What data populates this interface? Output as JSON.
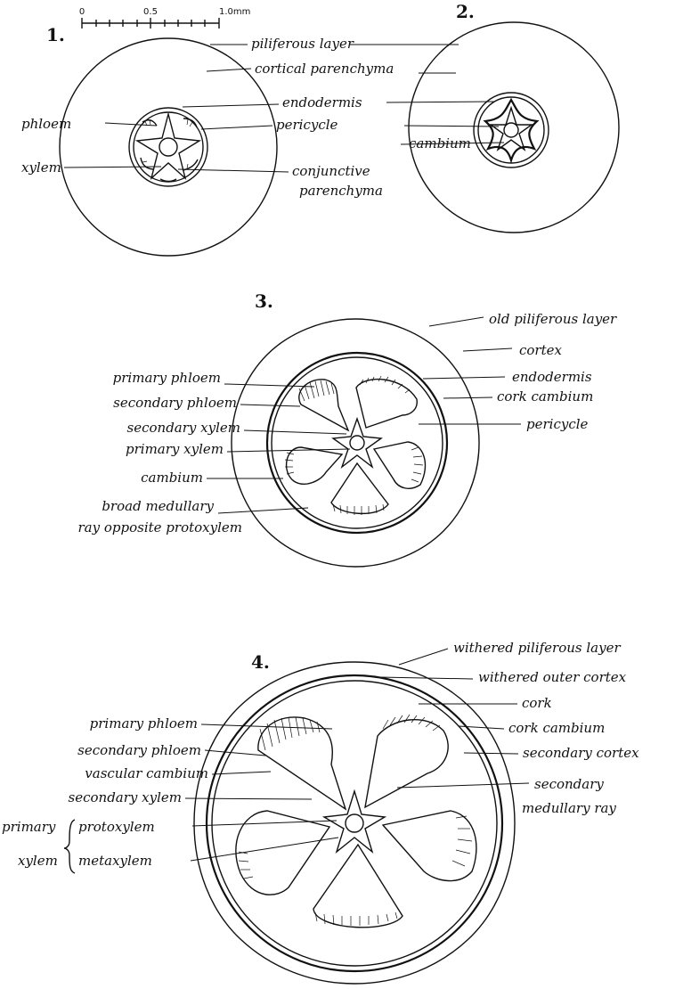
{
  "scale_bar": {
    "ticks": [
      "0",
      "0.5",
      "1.0mm"
    ]
  },
  "figures": [
    {
      "number": "1.",
      "labels": {
        "piliferous_layer": "piliferous layer",
        "cortical_parenchyma": "cortical parenchyma",
        "endodermis": "endodermis",
        "phloem": "phloem",
        "pericycle": "pericycle",
        "xylem": "xylem",
        "conjunctive": "conjunctive",
        "parenchyma": "parenchyma"
      }
    },
    {
      "number": "2.",
      "labels": {
        "cambium": "cambium"
      }
    },
    {
      "number": "3.",
      "labels": {
        "old_piliferous_layer": "old piliferous layer",
        "cortex": "cortex",
        "endodermis": "endodermis",
        "cork_cambium": "cork cambium",
        "pericycle": "pericycle",
        "primary_phloem": "primary phloem",
        "secondary_phloem": "secondary phloem",
        "secondary_xylem": "secondary xylem",
        "primary_xylem": "primary xylem",
        "cambium": "cambium",
        "broad_medullary": "broad medullary",
        "ray_opposite_protoxylem": "ray opposite protoxylem"
      }
    },
    {
      "number": "4.",
      "labels": {
        "withered_piliferous_layer": "withered piliferous layer",
        "withered_outer_cortex": "withered outer cortex",
        "cork": "cork",
        "cork_cambium": "cork cambium",
        "secondary_cortex": "secondary cortex",
        "secondary": "secondary",
        "medullary_ray": "medullary ray",
        "primary_phloem": "primary phloem",
        "secondary_phloem": "secondary phloem",
        "vascular_cambium": "vascular cambium",
        "secondary_xylem": "secondary xylem",
        "primary": "primary",
        "xylem": "xylem",
        "protoxylem": "protoxylem",
        "metaxylem": "metaxylem"
      }
    }
  ]
}
